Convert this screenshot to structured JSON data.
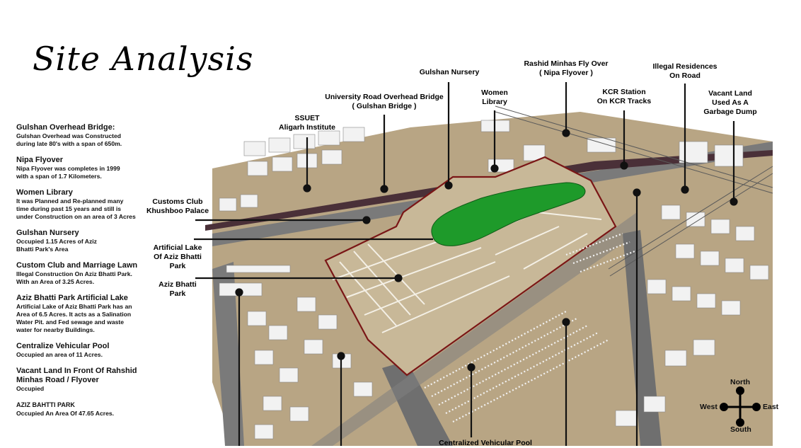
{
  "title": "Site Analysis",
  "notes": [
    {
      "heading": "Gulshan Overhead Bridge:",
      "detail": "Gulshan Overhead was Constructed\nduring late 80's with a span of 650m."
    },
    {
      "heading": "Nipa Flyover",
      "detail": "Nipa Flyover was completes in 1999\nwith a span of 1.7 Kilometers."
    },
    {
      "heading": "Women Library",
      "detail": "It was Planned and Re-planned many\ntime during past 15 years and still is\nunder Construction on an area of 3 Acres"
    },
    {
      "heading": "Gulshan Nursery",
      "detail": "Occupied 1.15 Acres of Aziz\nBhatti Park's Area"
    },
    {
      "heading": "Custom Club and Marriage Lawn",
      "detail": "Illegal Construction On Aziz Bhatti Park.\nWith an Area of  3.25 Acres."
    },
    {
      "heading": "Aziz Bhatti Park Artificial Lake",
      "detail": "Artificial Lake of Aziz Bhatti Park has an\nArea of 6.5 Acres. It acts as a Salination\nWater Pit. and Fed sewage and waste\nwater for nearby Buildings."
    },
    {
      "heading": "Centralize Vehicular Pool",
      "detail": "Occupied an area of 11 Acres."
    },
    {
      "heading": "Vacant Land In Front Of  Rahshid\nMinhas Road / Flyover",
      "detail": "Occupied"
    },
    {
      "heading": "AZIZ BAHTTI PARK",
      "detail": "Occupied An Area Of 47.65 Acres."
    }
  ],
  "labels": {
    "ssuet": "SSUET\nAligarh Institute",
    "university_bridge": "University Road Overhead Bridge\n( Gulshan Bridge )",
    "gulshan_nursery": "Gulshan Nursery",
    "women_library": "Women\nLibrary",
    "rashid_minhas": "Rashid Minhas Fly Over\n( Nipa Flyover )",
    "kcr_station": "KCR Station\nOn KCR Tracks",
    "illegal_residences": "Illegal Residences\nOn Road",
    "vacant_land": "Vacant Land\nUsed As A\nGarbage Dump",
    "customs_club": "Customs Club\nKhushboo Palace",
    "artificial_lake": "Artificial Lake\nOf Aziz Bhatti\nPark",
    "aziz_bhatti": "Aziz Bhatti\nPark",
    "vehicular_pool": "Centralized Vehicular Pool"
  },
  "compass": {
    "north": "North",
    "south": "South",
    "east": "East",
    "west": "West"
  },
  "colors": {
    "ground": "#b8a584",
    "road": "#6f6f6f",
    "lake": "#1e9a2a",
    "park": "#c8b898",
    "boundary": "#7a1616",
    "flyover": "#4a3038"
  }
}
